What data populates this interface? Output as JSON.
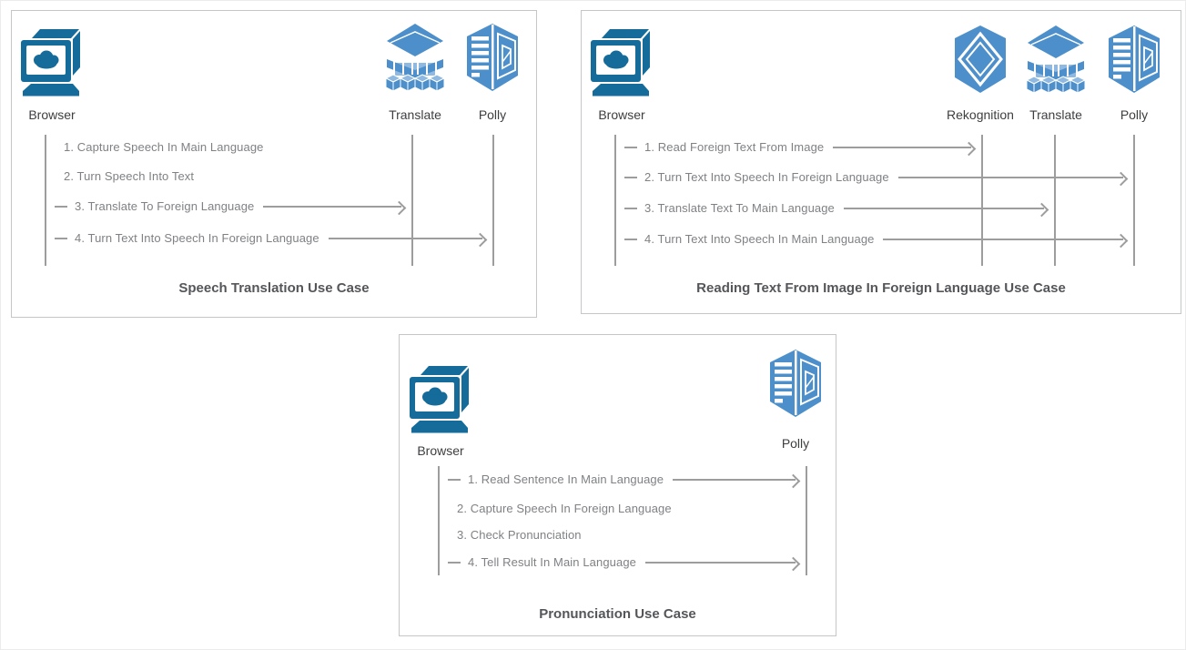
{
  "colors": {
    "service_icon_blue": "#4D8FCA",
    "service_icon_blue_light": "#8FB9E0",
    "browser_icon_blue": "#156B99",
    "line_gray": "#9D9D9D",
    "step_text_gray": "#7F8184",
    "actor_label_gray": "#3D3E40",
    "title_gray": "#55565A",
    "panel_border_gray": "#C5C6C8"
  },
  "panels": [
    {
      "id": "speech-translation",
      "title": "Speech Translation Use Case",
      "actors": [
        {
          "name": "Browser",
          "icon": "browser-icon"
        },
        {
          "name": "Translate",
          "icon": "translate-icon"
        },
        {
          "name": "Polly",
          "icon": "polly-icon"
        }
      ],
      "steps": [
        {
          "label": "1. Capture Speech In Main Language",
          "dash": false,
          "target": null
        },
        {
          "label": "2. Turn Speech Into Text",
          "dash": false,
          "target": null
        },
        {
          "label": "3. Translate To Foreign Language",
          "dash": true,
          "target": "Translate"
        },
        {
          "label": "4.  Turn Text Into Speech In Foreign Language",
          "dash": true,
          "target": "Polly"
        }
      ]
    },
    {
      "id": "reading-text-from-image",
      "title": "Reading Text From Image In Foreign Language Use Case",
      "actors": [
        {
          "name": "Browser",
          "icon": "browser-icon"
        },
        {
          "name": "Rekognition",
          "icon": "rekognition-icon"
        },
        {
          "name": "Translate",
          "icon": "translate-icon"
        },
        {
          "name": "Polly",
          "icon": "polly-icon"
        }
      ],
      "steps": [
        {
          "label": "1. Read Foreign Text From Image",
          "dash": true,
          "target": "Rekognition"
        },
        {
          "label": "2. Turn Text Into Speech In Foreign Language",
          "dash": true,
          "target": "Polly"
        },
        {
          "label": "3. Translate Text To Main Language",
          "dash": true,
          "target": "Translate"
        },
        {
          "label": "4. Turn Text Into Speech In Main Language",
          "dash": true,
          "target": "Polly"
        }
      ]
    },
    {
      "id": "pronunciation",
      "title": "Pronunciation Use Case",
      "actors": [
        {
          "name": "Browser",
          "icon": "browser-icon"
        },
        {
          "name": "Polly",
          "icon": "polly-icon"
        }
      ],
      "steps": [
        {
          "label": "1. Read Sentence In Main Language",
          "dash": true,
          "target": "Polly"
        },
        {
          "label": "2. Capture Speech In Foreign Language",
          "dash": false,
          "target": null
        },
        {
          "label": "3. Check Pronunciation",
          "dash": false,
          "target": null
        },
        {
          "label": "4. Tell Result In Main Language",
          "dash": true,
          "target": "Polly"
        }
      ]
    }
  ]
}
